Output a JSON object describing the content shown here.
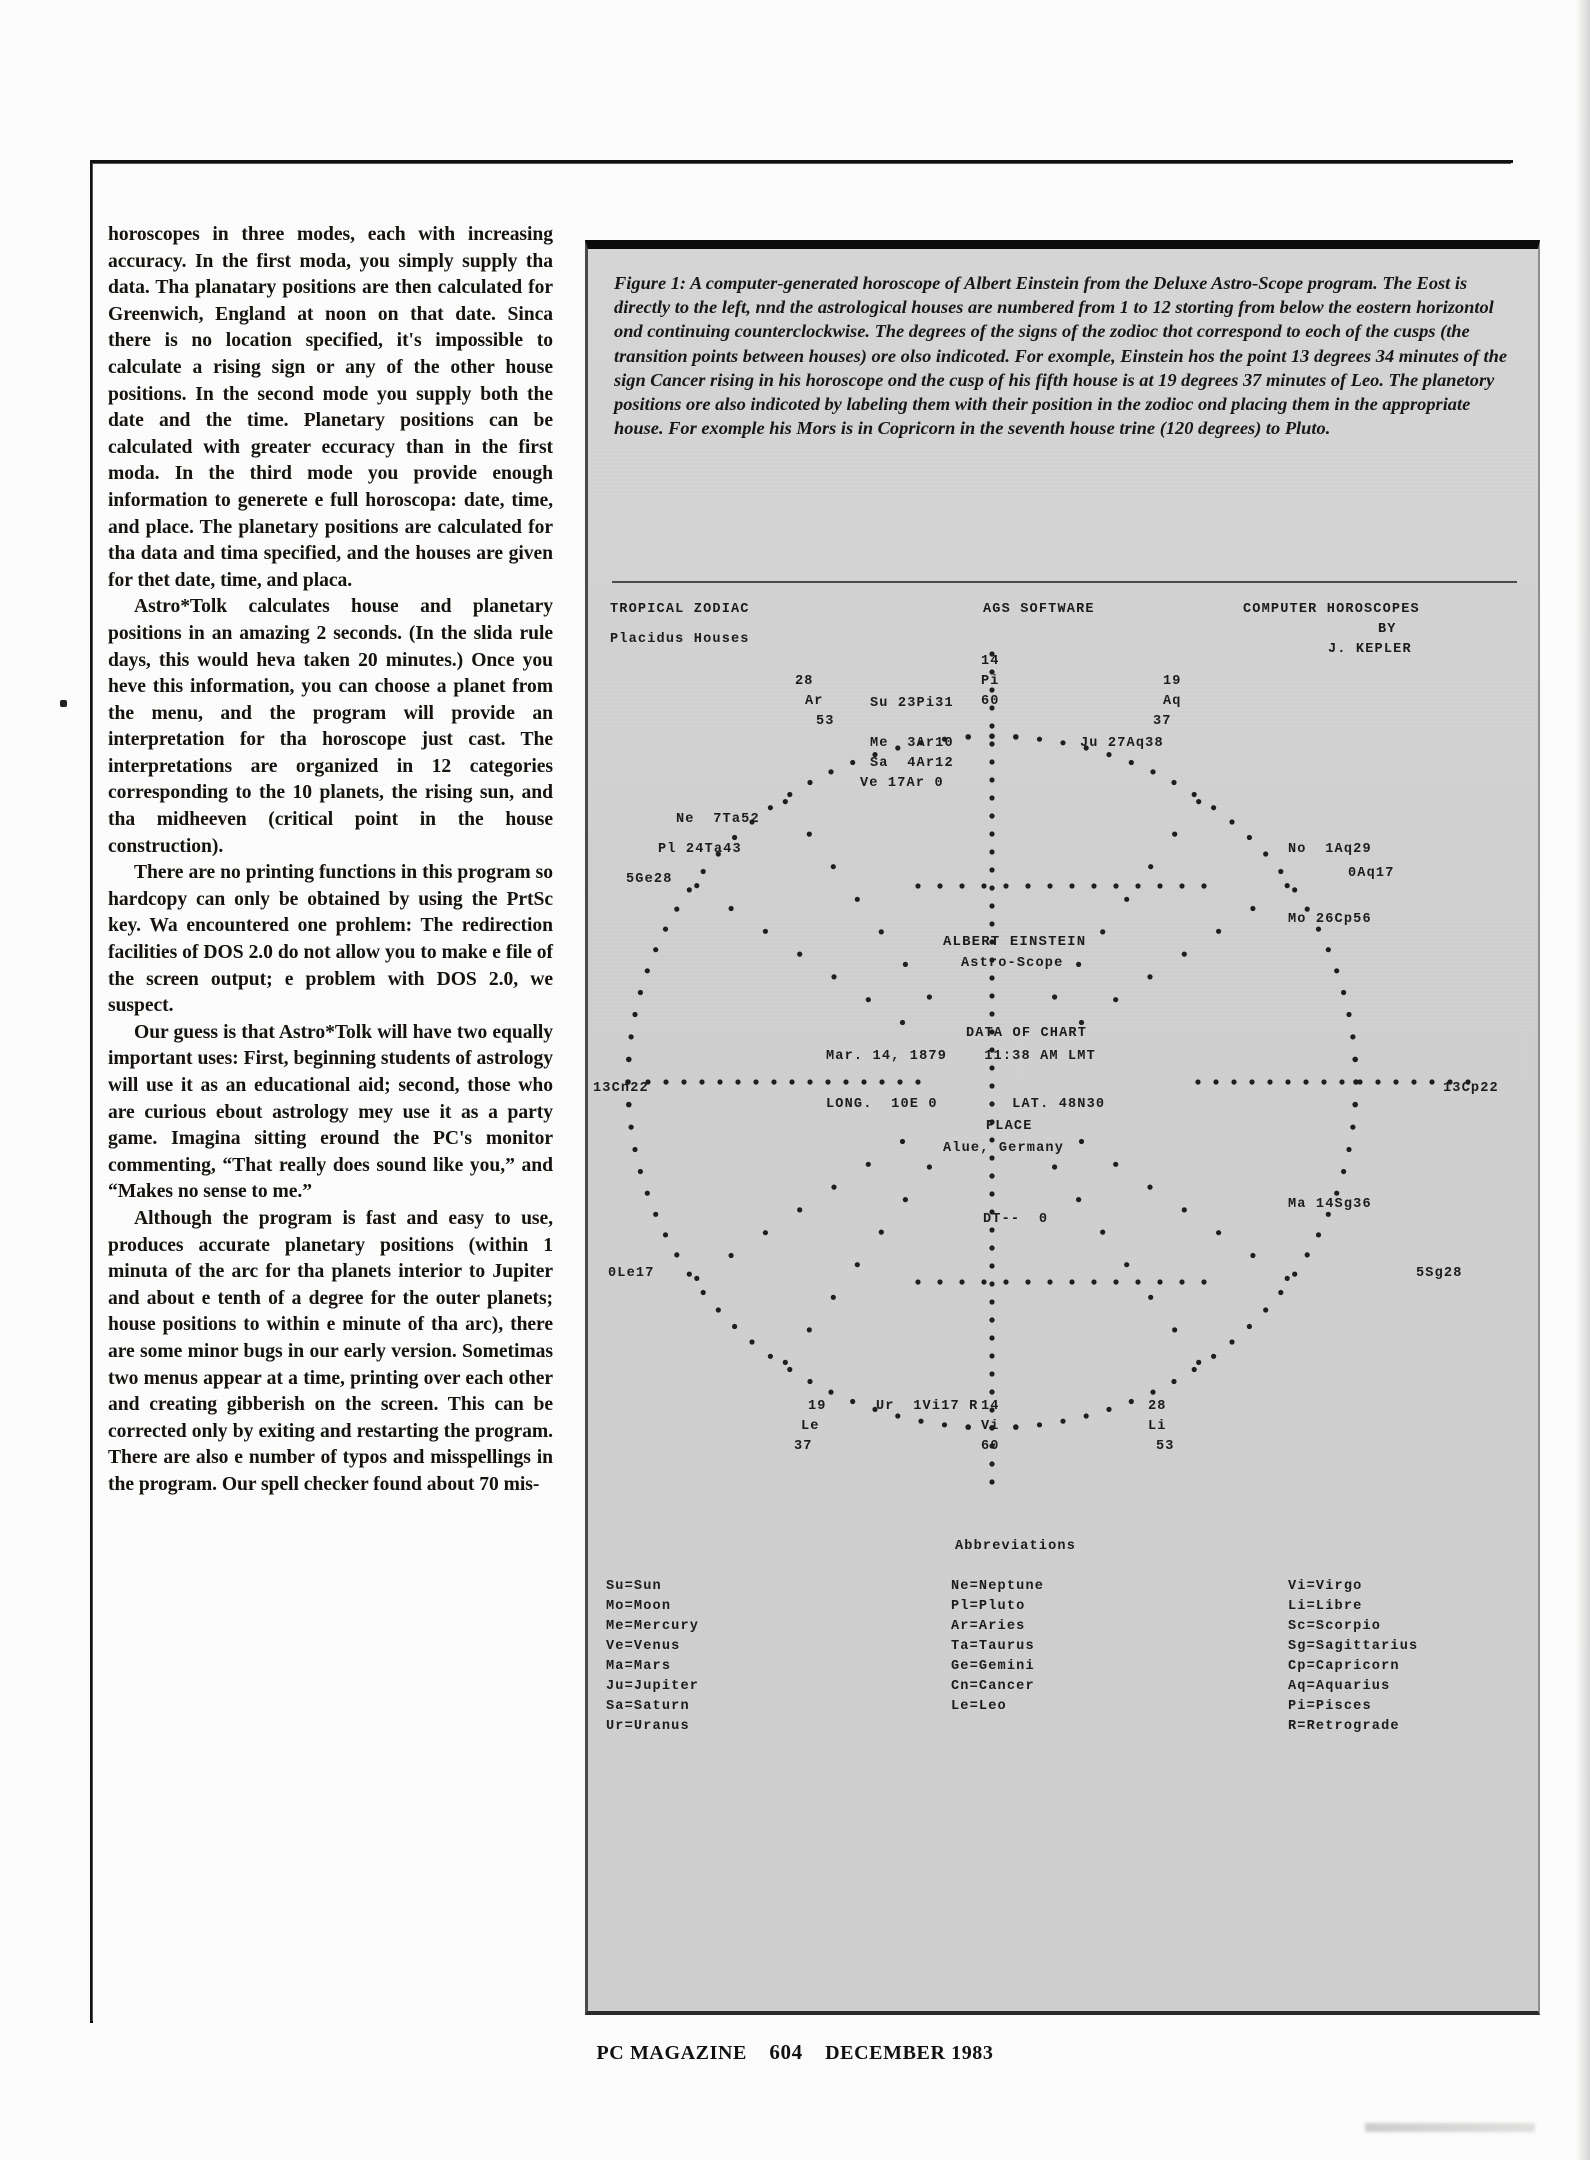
{
  "article": {
    "paragraphs": [
      "horoscopes in three modes, each with increasing accuracy. In the first moda, you simply supply tha data. Tha planatary positions are then calculated for Greenwich, England at noon on that date. Sinca there is no location specified, it's impossible to calculate a rising sign or any of the other house positions. In the second mode you supply both the date and the time. Planetary positions can be calculated with greater eccuracy than in the first moda. In the third mode you provide enough information to generete e full horoscopa: date, time, and place. The planetary positions are calculated for tha data and tima specified, and the houses are given for thet date, time, and placa.",
      "Astro*Tolk calculates house and planetary positions in an amazing 2 seconds. (In the slida rule days, this would heva taken 20 minutes.) Once you heve this information, you can choose a planet from the menu, and the program will provide an interpretation for tha horoscope just cast. The interpretations are organized in 12 categories corresponding to the 10 planets, the rising sun, and tha midheeven (critical point in the house construction).",
      "There are no printing functions in this program so hardcopy can only be obtained by using the PrtSc key. Wa encountered one prohlem: The redirection facilities of DOS 2.0 do not allow you to make e file of the screen output; e problem with DOS 2.0, we suspect.",
      "Our guess is that Astro*Tolk will have two equally important uses: First, beginning students of astrology will use it as an educational aid; second, those who are curious ebout astrology mey use it as a party game. Imagina sitting eround the PC's monitor commenting, “That really does sound like you,” and “Makes no sense to me.”",
      "Although the program is fast and easy to use, produces accurate planetary positions (within 1 minuta of the arc for tha planets interior to Jupiter and about e tenth of a degree for the outer planets; house positions to within e minute of tha arc), there are some minor bugs in our early version. Sometimas two menus appear at a time, printing over each other and creating gibberish on the screen. This can be corrected only by exiting and restarting the program. There are also e number of typos and misspellings in the program. Our spell checker found about 70 mis-"
    ]
  },
  "figure": {
    "caption": "Figure 1: A computer-generated horoscope of Albert Einstein from the Deluxe Astro-Scope program. The Eost is directly to the left, nnd the astrological houses are numbered from 1 to 12 storting from below the eostern horizontol ond continuing counterclockwise. The degrees of the signs of the zodioc thot correspond to eoch of the cusps (the transition points between houses) ore olso indicoted. For exomple, Einstein hos the point 13 degrees 34 minutes of the sign Cancer rising in his horoscope ond the cusp of his fifth house is at 19 degrees 37 minutes of Leo. The planetory positions ore also indicoted by labeling them with their position in the zodioc ond placing them in the appropriate house. For exomple his Mors is in Copricorn in the seventh house trine (120 degrees) to Pluto."
  },
  "chart_data": {
    "type": "table",
    "title": "ALBERT EINSTEIN Astro-Scope horoscope wheel",
    "header": {
      "left_line1": "TROPICAL ZODIAC",
      "left_line2": "Placidus Houses",
      "center": "AGS SOFTWARE",
      "right_line1": "COMPUTER HOROSCOPES",
      "right_line2": "BY",
      "right_line3": "J. KEPLER"
    },
    "center_block": {
      "name": "ALBERT EINSTEIN",
      "program": "Astro-Scope",
      "data_label": "DATA OF CHART",
      "date_time": "Mar. 14, 1879    11:38 AM LMT",
      "long_lat": "LONG.  10E 0        LAT. 48N30",
      "place_label": "PLACE",
      "place": "Aluе, Germany",
      "dt": "DT--  0"
    },
    "cusps": [
      {
        "label": "28\nAr\n53",
        "position": "upper-left-inner"
      },
      {
        "label": "14\nPi\n60",
        "position": "top"
      },
      {
        "label": "19\nAq\n37",
        "position": "upper-right-inner"
      },
      {
        "label": "13Cn22",
        "position": "left-horizontal"
      },
      {
        "label": "13Cp22",
        "position": "right-horizontal"
      },
      {
        "label": "19\nLe\n37",
        "position": "lower-left-inner"
      },
      {
        "label": "14\nVi\n60",
        "position": "bottom"
      },
      {
        "label": "28\nLi\n53",
        "position": "lower-right-inner"
      }
    ],
    "planets": [
      {
        "abbr": "Su",
        "position": "23Pi31"
      },
      {
        "abbr": "Me",
        "position": "3Ar10"
      },
      {
        "abbr": "Sa",
        "position": "4Ar12"
      },
      {
        "abbr": "Ve",
        "position": "17Ar 0"
      },
      {
        "abbr": "Ju",
        "position": "27Aq38"
      },
      {
        "abbr": "Ne",
        "position": "7Ta52"
      },
      {
        "abbr": "Pl",
        "position": "24Ta43"
      },
      {
        "abbr": "No",
        "position": "1Aq29"
      },
      {
        "abbr": "Mo",
        "position": "26Cp56"
      },
      {
        "abbr": "Ma",
        "position": "14Sg36"
      },
      {
        "abbr": "Ur",
        "position": "1Vi17 R"
      }
    ],
    "extra_labels": [
      {
        "text": "5Ge28",
        "position": "left-upper"
      },
      {
        "text": "0Aq17",
        "position": "right-upper"
      },
      {
        "text": "0Le17",
        "position": "left-lower"
      },
      {
        "text": "5Sg28",
        "position": "right-lower"
      }
    ],
    "abbreviations": {
      "title": "Abbreviations",
      "col1": [
        "Su=Sun",
        "Mo=Moon",
        "Me=Mercury",
        "Ve=Venus",
        "Ma=Mars",
        "Ju=Jupiter",
        "Sa=Saturn",
        "Ur=Uranus"
      ],
      "col2": [
        "Ne=Neptune",
        "Pl=Pluto",
        "Ar=Aries",
        "Ta=Taurus",
        "Ge=Gemini",
        "Cn=Cancer",
        "Le=Leo"
      ],
      "col3": [
        "Vi=Virgo",
        "Li=Libre",
        "Sc=Scorpio",
        "Sg=Sagittarius",
        "Cp=Capricorn",
        "Aq=Aquarius",
        "Pi=Pisces",
        "R=Retrograde"
      ]
    }
  },
  "footer": {
    "magazine": "PC MAGAZINE",
    "page": "604",
    "issue": "DECEMBER 1983"
  }
}
